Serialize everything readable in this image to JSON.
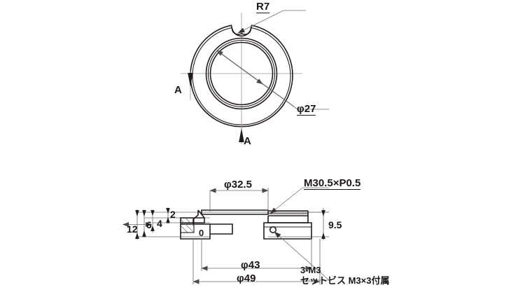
{
  "drawing": {
    "title": "Mechanical part technical drawing",
    "background_color": "#ffffff",
    "line_color": "#241c1c",
    "dim_color": "#6e6e6e",
    "center_line_color": "#9a9a9a",
    "top_view": {
      "name": "plan-view",
      "labels": {
        "radius_callout": "R7",
        "bore_diameter": "φ27",
        "section_mark_left": "A",
        "section_mark_bottom": "A"
      }
    },
    "section_view": {
      "name": "section-view-a-a",
      "labels": {
        "dim_phi325": "φ32.5",
        "dim_phi43": "φ43",
        "dim_phi49": "φ49",
        "dim_12": "12",
        "dim_6": "6",
        "dim_4": "4",
        "dim_2": "2",
        "dim_0": "0",
        "dim_95": "9.5",
        "thread_callout": "M30.5×P0.5",
        "screw_callout_line1": "3-M3",
        "screw_callout_line2": "セットビス M3×3付属"
      }
    }
  }
}
